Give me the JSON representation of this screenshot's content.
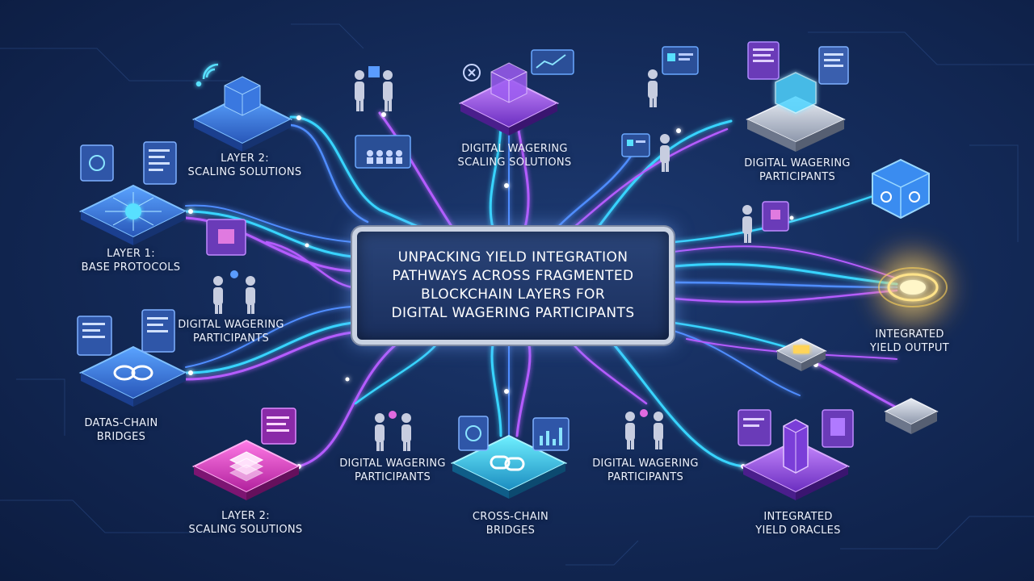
{
  "title_lines": [
    "UNPACKING YIELD INTEGRATION",
    "PATHWAYS ACROSS FRAGMENTED",
    "BLOCKCHAIN LAYERS FOR",
    "DIGITAL WAGERING PARTICIPANTS"
  ],
  "nodes": {
    "layer2_top": [
      "LAYER 2:",
      "SCALING SOLUTIONS"
    ],
    "wagering_top_center": [
      "DIGITAL WAGERING",
      "SCALING SOLUTIONS"
    ],
    "wagering_top_right": [
      "DIGITAL WAGERING",
      "PARTICIPANTS"
    ],
    "layer1": [
      "LAYER 1:",
      "BASE PROTOCOLS"
    ],
    "wagering_left": [
      "DIGITAL WAGERING",
      "PARTICIPANTS"
    ],
    "data_bridges": [
      "DATAS-CHAIN",
      "BRIDGES"
    ],
    "integrated_output": [
      "INTEGRATED",
      "YIELD OUTPUT"
    ],
    "wagering_bottom_left": [
      "DIGITAL WAGERING",
      "PARTICIPANTS"
    ],
    "wagering_bottom_right": [
      "DIGITAL WAGERING",
      "PARTICIPANTS"
    ],
    "layer2_bottom": [
      "LAYER 2:",
      "SCALING SOLUTIONS"
    ],
    "cross_chain": [
      "CROSS-CHAIN",
      "BRIDGES"
    ],
    "yield_oracles": [
      "INTEGRATED",
      "YIELD ORACLES"
    ]
  },
  "colors": {
    "background": "#142b5a",
    "cyan_line": "#38d4ff",
    "purple_line": "#b45cff",
    "blue_line": "#4f8dff",
    "glow": "#ffd45a"
  },
  "icons": [
    "cube-platform-icon",
    "processor-chip-icon",
    "bridge-link-icon",
    "stack-layers-icon",
    "chain-link-icon",
    "oracle-tower-icon",
    "glowing-core-icon",
    "people-icon",
    "screen-panel-icon"
  ]
}
